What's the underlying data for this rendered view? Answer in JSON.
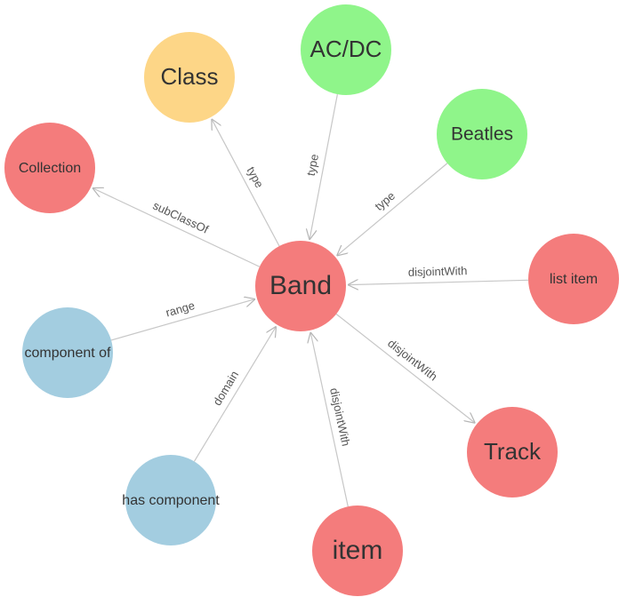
{
  "colors": {
    "red": "#f47c7c",
    "yellow": "#fdd687",
    "green": "#8ff58a",
    "blue": "#a3cde0",
    "edge": "#c7c7c7"
  },
  "nodes": [
    {
      "id": "band",
      "label": "Band",
      "color": "red"
    },
    {
      "id": "class",
      "label": "Class",
      "color": "yellow"
    },
    {
      "id": "acdc",
      "label": "AC/DC",
      "color": "green"
    },
    {
      "id": "beatles",
      "label": "Beatles",
      "color": "green"
    },
    {
      "id": "collection",
      "label": "Collection",
      "color": "red"
    },
    {
      "id": "list-item",
      "label": "list item",
      "color": "red"
    },
    {
      "id": "component-of",
      "label": "component of",
      "color": "blue"
    },
    {
      "id": "track",
      "label": "Track",
      "color": "red"
    },
    {
      "id": "has-component",
      "label": "has component",
      "color": "blue"
    },
    {
      "id": "item",
      "label": "item",
      "color": "red"
    }
  ],
  "edges": [
    {
      "from": "band",
      "to": "class",
      "label": "type"
    },
    {
      "from": "acdc",
      "to": "band",
      "label": "type"
    },
    {
      "from": "beatles",
      "to": "band",
      "label": "type"
    },
    {
      "from": "band",
      "to": "collection",
      "label": "subClassOf"
    },
    {
      "from": "list-item",
      "to": "band",
      "label": "disjointWith"
    },
    {
      "from": "component-of",
      "to": "band",
      "label": "range"
    },
    {
      "from": "band",
      "to": "track",
      "label": "disjointWith"
    },
    {
      "from": "has-component",
      "to": "band",
      "label": "domain"
    },
    {
      "from": "item",
      "to": "band",
      "label": "disjointWith"
    }
  ]
}
